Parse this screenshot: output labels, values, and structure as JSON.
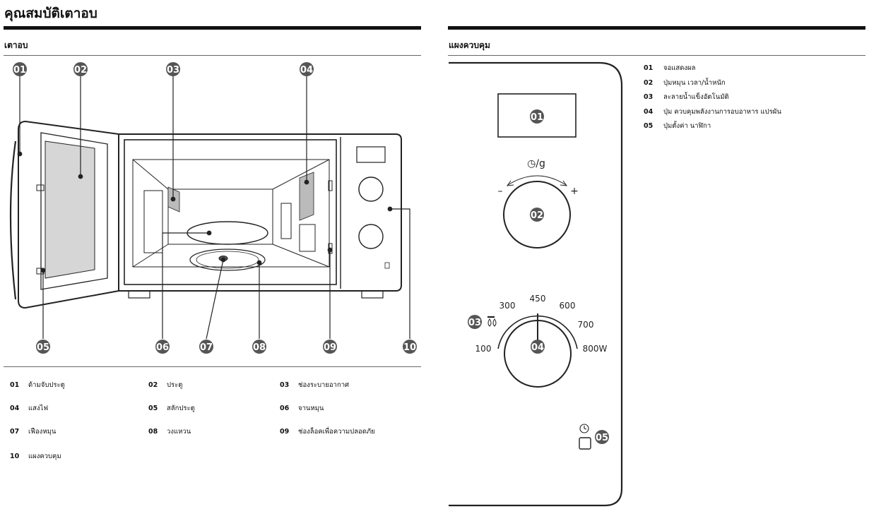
{
  "page_title": "คุณสมบัติเตาอบ",
  "oven_section": {
    "title": "เตาอบ",
    "callouts": [
      "01",
      "02",
      "03",
      "04",
      "05",
      "06",
      "07",
      "08",
      "09",
      "10"
    ],
    "legend": [
      {
        "num": "01",
        "label": "ด้ามจับประตู"
      },
      {
        "num": "02",
        "label": "ประตู"
      },
      {
        "num": "03",
        "label": "ช่องระบายอากาศ"
      },
      {
        "num": "04",
        "label": "แสงไฟ"
      },
      {
        "num": "05",
        "label": "สลักประตู"
      },
      {
        "num": "06",
        "label": "จานหมุน"
      },
      {
        "num": "07",
        "label": "เฟืองหมุน"
      },
      {
        "num": "08",
        "label": "วงแหวน"
      },
      {
        "num": "09",
        "label": "ช่องล็อคเพื่อความปลอดภัย"
      },
      {
        "num": "10",
        "label": "แผงควบคุม"
      }
    ]
  },
  "panel_section": {
    "title": "แผงควบคุม",
    "callouts": [
      "01",
      "02",
      "03",
      "04",
      "05"
    ],
    "dial_top_label": "◷/g",
    "dial_minus": "–",
    "dial_plus": "+",
    "power_levels": [
      "100",
      "300",
      "450",
      "600",
      "700",
      "800W"
    ],
    "defrost_icon": "defrost-drops-icon",
    "clock_icon": "clock-icon",
    "legend": [
      {
        "num": "01",
        "label": "จอแสดงผล"
      },
      {
        "num": "02",
        "label": "ปุ่มหมุน เวลา/น้ำหนัก"
      },
      {
        "num": "03",
        "label": "ละลายน้ำแข็งอัตโนมัติ"
      },
      {
        "num": "04",
        "label": "ปุ่ม ควบคุมพลังงานการอบอาหาร แปรผัน"
      },
      {
        "num": "05",
        "label": "ปุ่มตั้งค่า นาฬิกา"
      }
    ]
  }
}
